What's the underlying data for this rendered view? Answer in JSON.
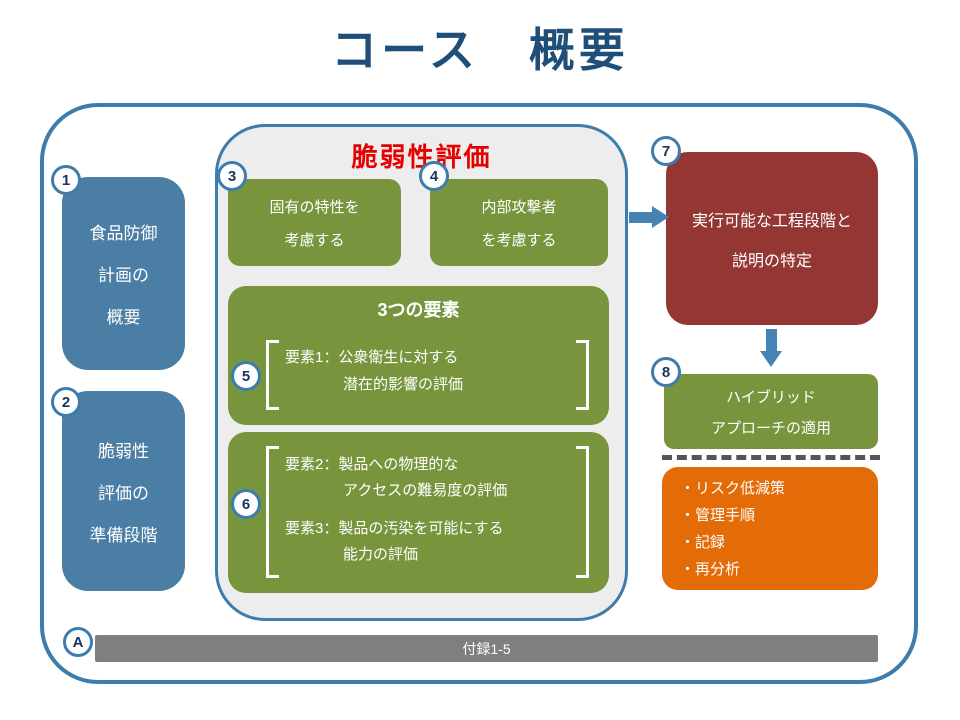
{
  "title": "コース　概要",
  "sections": {
    "left": {
      "box1": {
        "badge": "1",
        "line1": "食品防御",
        "line2": "計画の",
        "line3": "概要"
      },
      "box2": {
        "badge": "2",
        "line1": "脆弱性",
        "line2": "評価の",
        "line3": "準備段階"
      }
    },
    "center": {
      "heading": "脆弱性評価",
      "box3": {
        "badge": "3",
        "line1": "固有の特性を",
        "line2": "考慮する"
      },
      "box4": {
        "badge": "4",
        "line1": "内部攻撃者",
        "line2": "を考慮する"
      },
      "elements_box": {
        "title": "3つの要素",
        "element1": {
          "badge": "5",
          "line1": "要素1：公衆衛生に対する",
          "line2": "潜在的影響の評価"
        }
      },
      "elements_box2": {
        "badge": "6",
        "element2_line1": "要素2：製品への物理的な",
        "element2_line2": "アクセスの難易度の評価",
        "element3_line1": "要素3：製品の汚染を可能にする",
        "element3_line2": "能力の評価"
      }
    },
    "right": {
      "box7": {
        "badge": "7",
        "line1": "実行可能な工程段階と",
        "line2": "説明の特定"
      },
      "box8": {
        "badge": "8",
        "line1": "ハイブリッド",
        "line2": "アプローチの適用"
      },
      "orange_box": {
        "item1": "・リスク低減策",
        "item2": "・管理手順",
        "item3": "・記録",
        "item4": "・再分析"
      }
    },
    "footer": {
      "badge": "A",
      "label": "付録1-5"
    }
  },
  "colors": {
    "title_text": "#1F4E79",
    "outline_blue": "#3E7CAC",
    "box_blue": "#4B7EA4",
    "box_green": "#78953E",
    "box_dark_red": "#943634",
    "box_orange": "#E36C09",
    "bar_gray": "#7F7F7F",
    "heading_red": "#E60000",
    "panel_gray": "#EDEDED",
    "arrow_blue": "#4583B5"
  }
}
